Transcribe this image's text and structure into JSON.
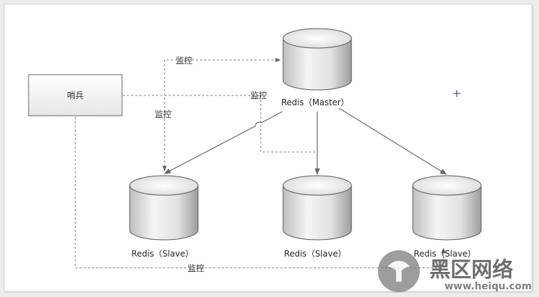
{
  "sentinel": {
    "label": "哨兵"
  },
  "master": {
    "label": "Redis（Master）"
  },
  "slaves": [
    {
      "label": "Redis（Slave）"
    },
    {
      "label": "Redis（Slave）"
    },
    {
      "label": "Redis（Slave）"
    }
  ],
  "monitor_labels": [
    "监控",
    "监控",
    "监控",
    "监控"
  ],
  "watermark": {
    "text": "黑区网络",
    "url": "www.heiqu.com"
  },
  "colors": {
    "background": "#ececec",
    "canvas": "#ffffff",
    "line": "#666666",
    "node_border": "#555555"
  }
}
